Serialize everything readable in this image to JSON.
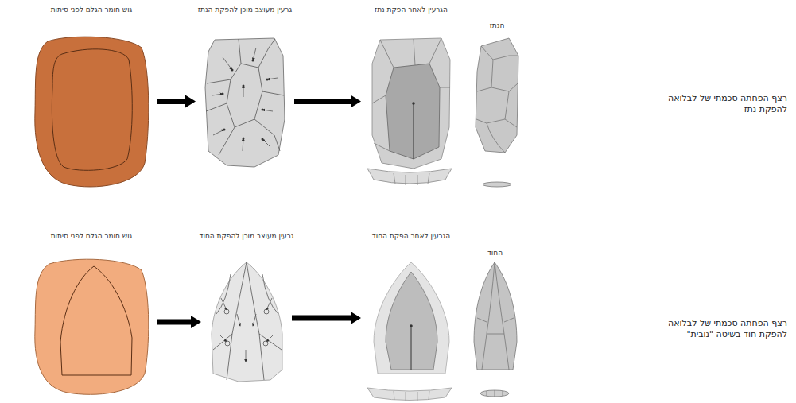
{
  "diagram": {
    "nodes": [
      {
        "text": [
          "גוש חומר הגלם לפני סיתות"
        ]
      },
      {
        "text": [
          "גרעין מעוצב מוכן להפקת הנתז"
        ]
      },
      {
        "text": [
          "הגרעין לאחר הפקת נתז"
        ]
      },
      {
        "text": [
          "הנתז"
        ]
      },
      {
        "text": [
          "גוש חומר הגלם לפני סיתות"
        ]
      },
      {
        "text": [
          "גרעין מעוצב מוכן להפקת החוד"
        ]
      },
      {
        "text": [
          "הגרעין לאחר הפקת החוד"
        ]
      },
      {
        "text": [
          "החוד"
        ]
      }
    ],
    "edges": [
      {
        "from": 0,
        "to": 1,
        "arrow": "to"
      },
      {
        "from": 1,
        "to": 2,
        "arrow": "to"
      },
      {
        "from": 4,
        "to": 5,
        "arrow": "to"
      },
      {
        "from": 5,
        "to": 6,
        "arrow": "to"
      }
    ],
    "labels": [
      "רצף הפחתה סכמתי של לבלואה להפקת נתז",
      "רצף הפחתה סכמתי של לבלואה להפקת חוד בשיטה \"נובית\""
    ]
  }
}
